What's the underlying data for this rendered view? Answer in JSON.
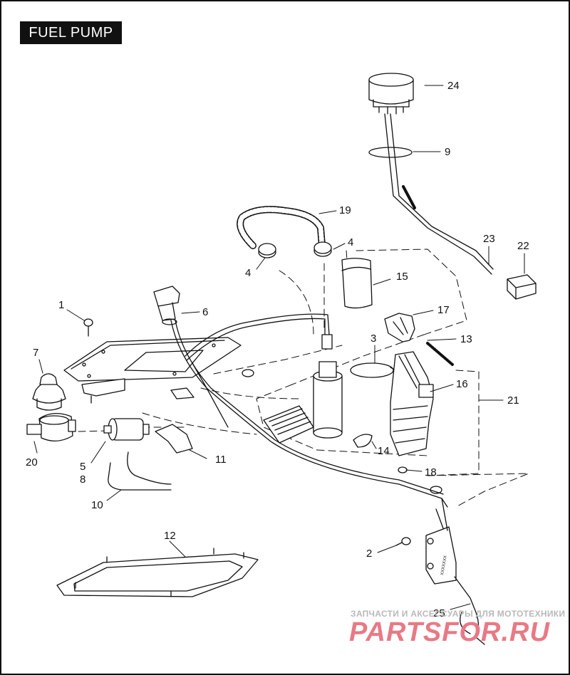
{
  "title": "FUEL PUMP",
  "callouts": [
    {
      "id": "c1",
      "label": "1"
    },
    {
      "id": "c2",
      "label": "2"
    },
    {
      "id": "c3",
      "label": "3"
    },
    {
      "id": "c4a",
      "label": "4"
    },
    {
      "id": "c4b",
      "label": "4"
    },
    {
      "id": "c5",
      "label": "5"
    },
    {
      "id": "c6",
      "label": "6"
    },
    {
      "id": "c7",
      "label": "7"
    },
    {
      "id": "c8",
      "label": "8"
    },
    {
      "id": "c9",
      "label": "9"
    },
    {
      "id": "c10",
      "label": "10"
    },
    {
      "id": "c11",
      "label": "11"
    },
    {
      "id": "c12",
      "label": "12"
    },
    {
      "id": "c13",
      "label": "13"
    },
    {
      "id": "c14",
      "label": "14"
    },
    {
      "id": "c15",
      "label": "15"
    },
    {
      "id": "c16",
      "label": "16"
    },
    {
      "id": "c17",
      "label": "17"
    },
    {
      "id": "c18",
      "label": "18"
    },
    {
      "id": "c19",
      "label": "19"
    },
    {
      "id": "c20",
      "label": "20"
    },
    {
      "id": "c21",
      "label": "21"
    },
    {
      "id": "c22",
      "label": "22"
    },
    {
      "id": "c23",
      "label": "23"
    },
    {
      "id": "c24",
      "label": "24"
    },
    {
      "id": "c25",
      "label": "25"
    }
  ],
  "sender_marking": "XXXXXXX",
  "watermark": {
    "caption": "ЗАПЧАСТИ И АКСЕССУАРЫ ДЛЯ МОТОТЕХНИКИ",
    "logo": "PARTSFOR.RU",
    "logo_color": "#e77a86"
  },
  "colors": {
    "line": "#111111",
    "title_bg": "#111111",
    "title_text": "#ffffff"
  }
}
